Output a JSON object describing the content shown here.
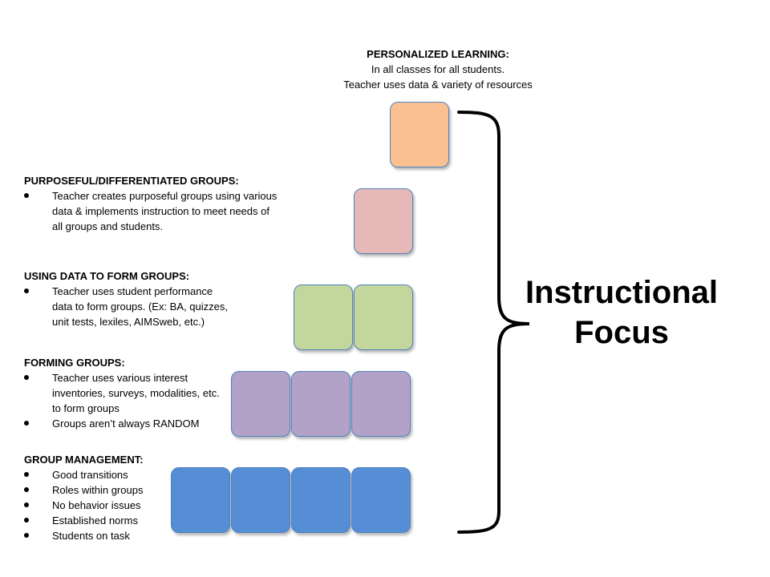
{
  "personalized": {
    "heading": "PERSONALIZED LEARNING:",
    "line1": "In all classes for all students.",
    "line2": "Teacher uses data & variety of resources"
  },
  "levels": [
    {
      "heading": "PURPOSEFUL/DIFFERENTIATED GROUPS:",
      "bullets": [
        "Teacher creates purposeful groups using various data & implements instruction to meet needs of all groups and students."
      ]
    },
    {
      "heading": "USING DATA TO FORM GROUPS:",
      "bullets": [
        "Teacher uses student performance data to form groups. (Ex: BA, quizzes, unit tests, lexiles, AIMSweb, etc.)"
      ]
    },
    {
      "heading": "FORMING GROUPS:",
      "bullets": [
        "Teacher uses various interest inventories, surveys, modalities, etc. to form groups",
        "Groups aren’t always RANDOM"
      ]
    },
    {
      "heading": "GROUP MANAGEMENT:",
      "bullets": [
        "Good transitions",
        "Roles within groups",
        "No behavior issues",
        "Established norms",
        "Students on task"
      ]
    }
  ],
  "caption": {
    "line1": "Instructional",
    "line2": "Focus"
  },
  "colors": {
    "orange": "#fac090",
    "pink": "#e6b9b8",
    "green": "#c3d69b",
    "purple": "#b2a2c7",
    "blue": "#558ed5",
    "border": "#4f81bd"
  }
}
